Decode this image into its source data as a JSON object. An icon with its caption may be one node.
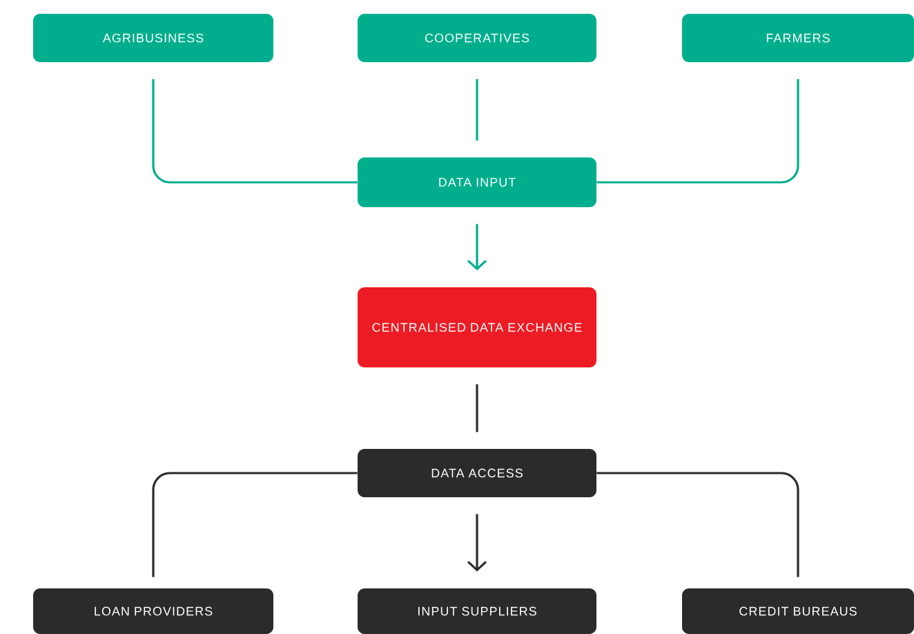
{
  "diagram": {
    "nodes": [
      {
        "text": [
          "AGRIBUSINESS"
        ]
      },
      {
        "text": [
          "COOPERATIVES"
        ]
      },
      {
        "text": [
          "FARMERS"
        ]
      },
      {
        "text": [
          "DATA INPUT"
        ]
      },
      {
        "text": [
          "CENTRALISED DATA EXCHANGE"
        ]
      },
      {
        "text": [
          "DATA ACCESS"
        ]
      },
      {
        "text": [
          "LOAN PROVIDERS"
        ]
      },
      {
        "text": [
          "INPUT SUPPLIERS"
        ]
      },
      {
        "text": [
          "CREDIT BUREAUS"
        ]
      }
    ],
    "edges": [
      {
        "from": 0,
        "to": 3,
        "arrow": "none",
        "color": "#00ae8d"
      },
      {
        "from": 1,
        "to": 3,
        "arrow": "none",
        "color": "#00ae8d"
      },
      {
        "from": 2,
        "to": 3,
        "arrow": "none",
        "color": "#00ae8d"
      },
      {
        "from": 3,
        "to": 4,
        "arrow": "to",
        "color": "#00ae8d"
      },
      {
        "from": 4,
        "to": 5,
        "arrow": "none",
        "color": "#2b2b2b"
      },
      {
        "from": 5,
        "to": 6,
        "arrow": "none",
        "color": "#2b2b2b"
      },
      {
        "from": 5,
        "to": 7,
        "arrow": "to",
        "color": "#2b2b2b"
      },
      {
        "from": 5,
        "to": 8,
        "arrow": "none",
        "color": "#2b2b2b"
      }
    ]
  }
}
